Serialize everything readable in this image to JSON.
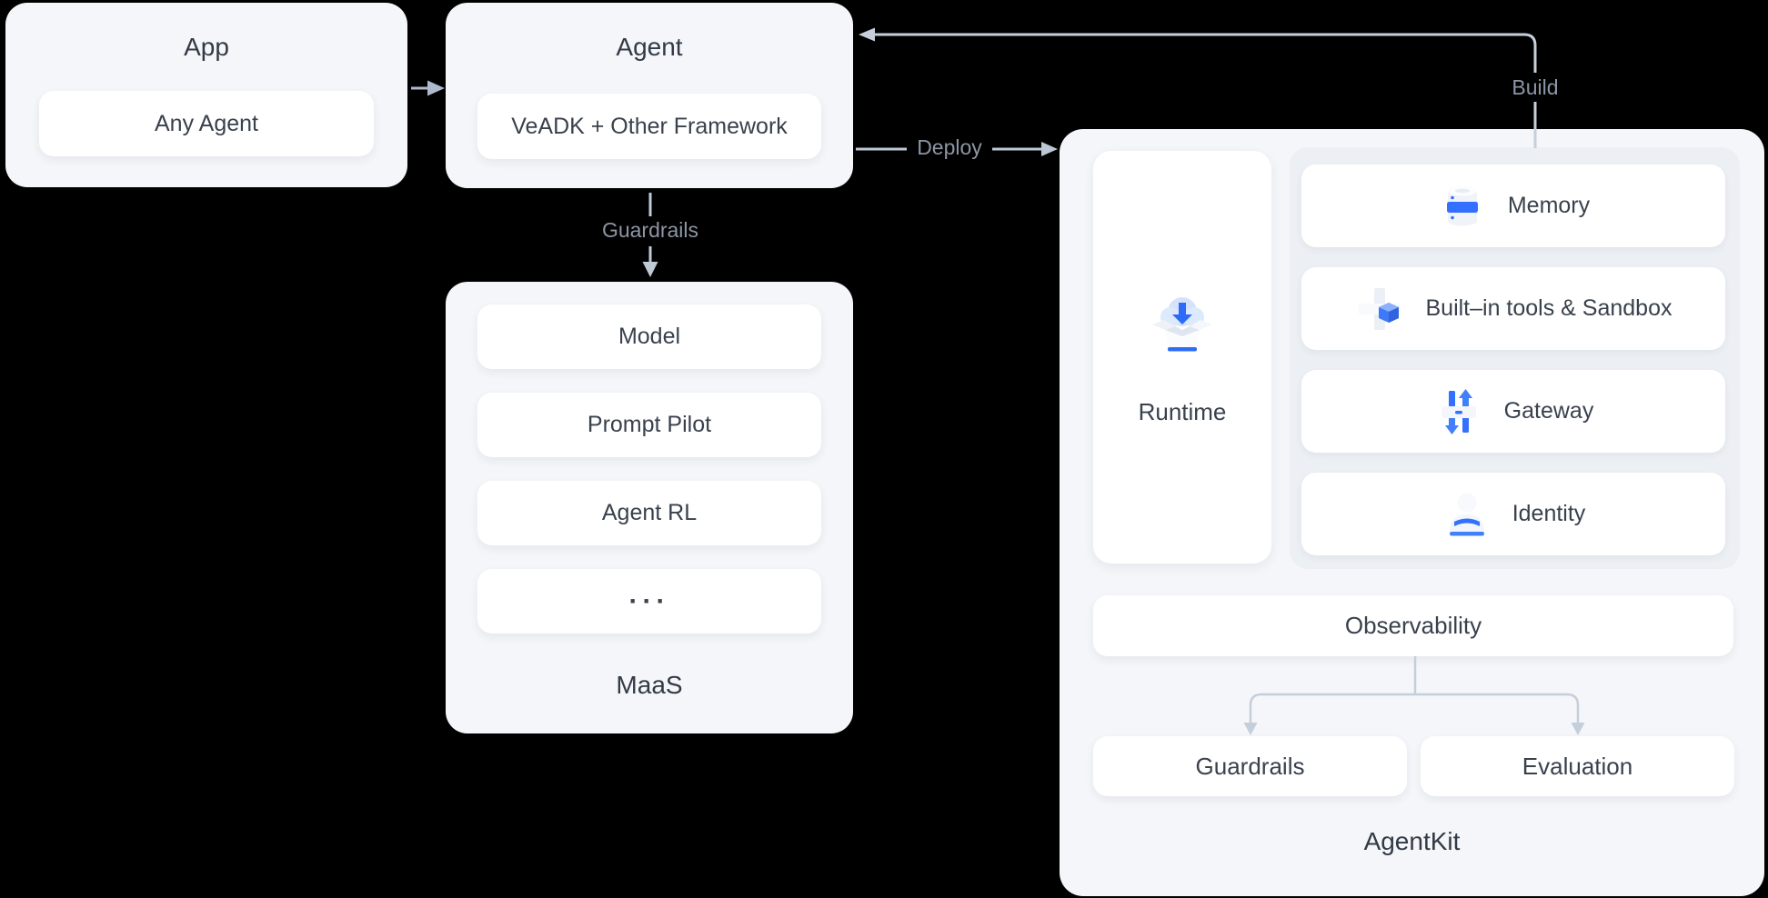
{
  "colors": {
    "background": "#000000",
    "panel": "#f4f6f9",
    "panel_inner": "#ecf0f4",
    "card": "#ffffff",
    "accent_blue": "#3370ff",
    "text_dark": "#333b48",
    "edge_line": "#bdc7d5",
    "edge_label": "#8c96a5"
  },
  "nodes": {
    "app": {
      "title": "App",
      "card": "Any Agent"
    },
    "agent": {
      "title": "Agent",
      "card": "VeADK + Other Framework"
    },
    "maas": {
      "title": "MaaS",
      "cards": [
        "Model",
        "Prompt Pilot",
        "Agent RL",
        "···"
      ]
    },
    "agentkit": {
      "title": "AgentKit",
      "runtime": {
        "label": "Runtime",
        "icon": "runtime-install-box-icon"
      },
      "build_cards": [
        {
          "label": "Memory",
          "icon": "memory-database-icon"
        },
        {
          "label": "Built–in tools & Sandbox",
          "icon": "builtin-tools-sandbox-icon"
        },
        {
          "label": "Gateway",
          "icon": "gateway-icon"
        },
        {
          "label": "Identity",
          "icon": "identity-user-icon"
        }
      ],
      "observability": "Observability",
      "guardrails": "Guardrails",
      "evaluation": "Evaluation"
    }
  },
  "edges": {
    "agent_to_agentkit": "Deploy",
    "agentkit_to_agent": "Build",
    "agent_to_maas": "Guardrails"
  }
}
